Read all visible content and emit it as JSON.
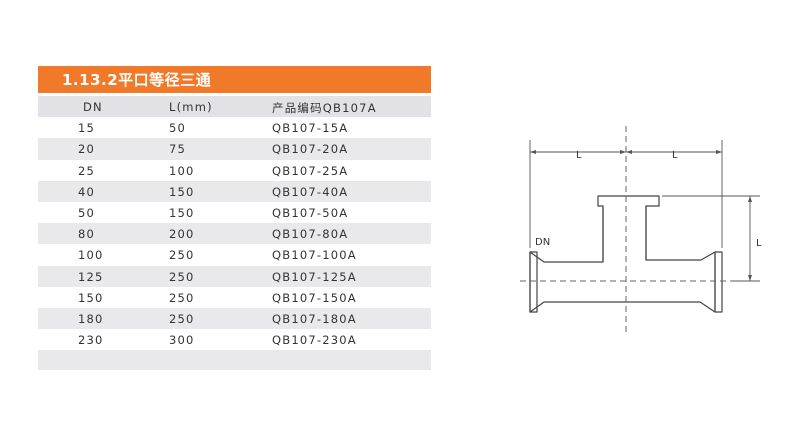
{
  "section_title": "1.13.2平口等径三通",
  "table": {
    "headers": [
      "DN",
      "L(mm)",
      "产品编码QB107A"
    ],
    "rows": [
      [
        "15",
        "50",
        "QB107-15A"
      ],
      [
        "20",
        "75",
        "QB107-20A"
      ],
      [
        "25",
        "100",
        "QB107-25A"
      ],
      [
        "40",
        "150",
        "QB107-40A"
      ],
      [
        "50",
        "150",
        "QB107-50A"
      ],
      [
        "80",
        "200",
        "QB107-80A"
      ],
      [
        "100",
        "250",
        "QB107-100A"
      ],
      [
        "125",
        "250",
        "QB107-125A"
      ],
      [
        "150",
        "250",
        "QB107-150A"
      ],
      [
        "180",
        "250",
        "QB107-180A"
      ],
      [
        "230",
        "300",
        "QB107-230A"
      ]
    ]
  },
  "diagram": {
    "label_l_left": "L",
    "label_l_right": "L",
    "label_l_vertical": "L",
    "label_dn": "DN"
  },
  "colors": {
    "accent": "#f07a2a",
    "row_shade": "#e9e9ec"
  }
}
